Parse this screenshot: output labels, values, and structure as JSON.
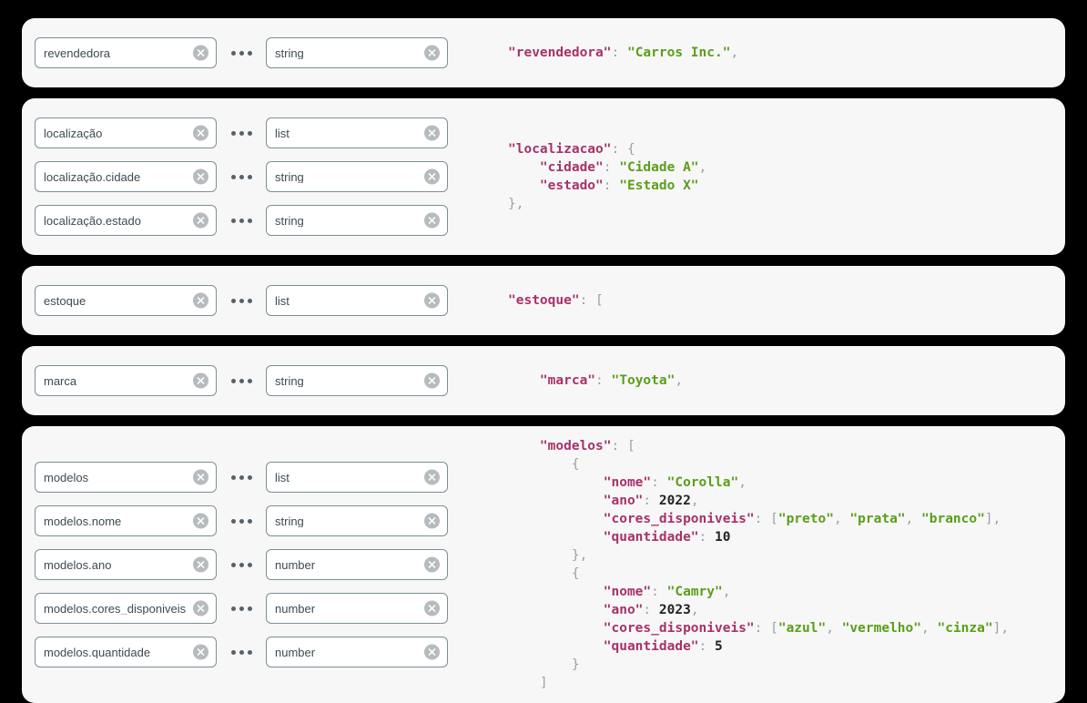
{
  "theme": {
    "page_background": "#000000",
    "panel_background": "#f7f7f7",
    "input_border": "#7b8f96",
    "input_text": "#3c4b52",
    "clear_icon_fill": "#b6bbbe",
    "dot_color": "#54626b",
    "json_key_color": "#a6326a",
    "json_string_color": "#5a9e19",
    "json_number_color": "#222222",
    "json_punct_color": "#9aa0a6"
  },
  "icons": {
    "clear": "clear-x-circle-icon",
    "menu": "three-dots-menu-icon"
  },
  "panels": [
    {
      "id": "revendedora",
      "rows": [
        {
          "path": "revendedora",
          "type": "string"
        }
      ],
      "json_lines": [
        [
          {
            "t": "k",
            "v": "\"revendedora\""
          },
          {
            "t": "p",
            "v": ": "
          },
          {
            "t": "s",
            "v": "\"Carros Inc.\""
          },
          {
            "t": "p",
            "v": ","
          }
        ]
      ]
    },
    {
      "id": "localizacao",
      "rows": [
        {
          "path": "localização",
          "type": "list"
        },
        {
          "path": "localização.cidade",
          "type": "string"
        },
        {
          "path": "localização.estado",
          "type": "string"
        }
      ],
      "json_lines": [
        [
          {
            "t": "k",
            "v": "\"localizacao\""
          },
          {
            "t": "p",
            "v": ": {"
          }
        ],
        [
          {
            "t": "p",
            "v": "    "
          },
          {
            "t": "k",
            "v": "\"cidade\""
          },
          {
            "t": "p",
            "v": ": "
          },
          {
            "t": "s",
            "v": "\"Cidade A\""
          },
          {
            "t": "p",
            "v": ","
          }
        ],
        [
          {
            "t": "p",
            "v": "    "
          },
          {
            "t": "k",
            "v": "\"estado\""
          },
          {
            "t": "p",
            "v": ": "
          },
          {
            "t": "s",
            "v": "\"Estado X\""
          }
        ],
        [
          {
            "t": "p",
            "v": "},"
          }
        ]
      ]
    },
    {
      "id": "estoque",
      "rows": [
        {
          "path": "estoque",
          "type": "list"
        }
      ],
      "json_lines": [
        [
          {
            "t": "k",
            "v": "\"estoque\""
          },
          {
            "t": "p",
            "v": ": ["
          }
        ]
      ]
    },
    {
      "id": "marca",
      "rows": [
        {
          "path": "marca",
          "type": "string"
        }
      ],
      "json_lines": [
        [
          {
            "t": "p",
            "v": "    "
          },
          {
            "t": "k",
            "v": "\"marca\""
          },
          {
            "t": "p",
            "v": ": "
          },
          {
            "t": "s",
            "v": "\"Toyota\""
          },
          {
            "t": "p",
            "v": ","
          }
        ]
      ]
    },
    {
      "id": "modelos",
      "rows": [
        {
          "path": "modelos",
          "type": "list"
        },
        {
          "path": "modelos.nome",
          "type": "string"
        },
        {
          "path": "modelos.ano",
          "type": "number"
        },
        {
          "path": "modelos.cores_disponiveis",
          "type": "number"
        },
        {
          "path": "modelos.quantidade",
          "type": "number"
        }
      ],
      "json_lines": [
        [
          {
            "t": "p",
            "v": "    "
          },
          {
            "t": "k",
            "v": "\"modelos\""
          },
          {
            "t": "p",
            "v": ": ["
          }
        ],
        [
          {
            "t": "p",
            "v": "        {"
          }
        ],
        [
          {
            "t": "p",
            "v": "            "
          },
          {
            "t": "k",
            "v": "\"nome\""
          },
          {
            "t": "p",
            "v": ": "
          },
          {
            "t": "s",
            "v": "\"Corolla\""
          },
          {
            "t": "p",
            "v": ","
          }
        ],
        [
          {
            "t": "p",
            "v": "            "
          },
          {
            "t": "k",
            "v": "\"ano\""
          },
          {
            "t": "p",
            "v": ": "
          },
          {
            "t": "n",
            "v": "2022"
          },
          {
            "t": "p",
            "v": ","
          }
        ],
        [
          {
            "t": "p",
            "v": "            "
          },
          {
            "t": "k",
            "v": "\"cores_disponiveis\""
          },
          {
            "t": "p",
            "v": ": ["
          },
          {
            "t": "s",
            "v": "\"preto\""
          },
          {
            "t": "p",
            "v": ", "
          },
          {
            "t": "s",
            "v": "\"prata\""
          },
          {
            "t": "p",
            "v": ", "
          },
          {
            "t": "s",
            "v": "\"branco\""
          },
          {
            "t": "p",
            "v": "],"
          }
        ],
        [
          {
            "t": "p",
            "v": "            "
          },
          {
            "t": "k",
            "v": "\"quantidade\""
          },
          {
            "t": "p",
            "v": ": "
          },
          {
            "t": "n",
            "v": "10"
          }
        ],
        [
          {
            "t": "p",
            "v": "        },"
          }
        ],
        [
          {
            "t": "p",
            "v": "        {"
          }
        ],
        [
          {
            "t": "p",
            "v": "            "
          },
          {
            "t": "k",
            "v": "\"nome\""
          },
          {
            "t": "p",
            "v": ": "
          },
          {
            "t": "s",
            "v": "\"Camry\""
          },
          {
            "t": "p",
            "v": ","
          }
        ],
        [
          {
            "t": "p",
            "v": "            "
          },
          {
            "t": "k",
            "v": "\"ano\""
          },
          {
            "t": "p",
            "v": ": "
          },
          {
            "t": "n",
            "v": "2023"
          },
          {
            "t": "p",
            "v": ","
          }
        ],
        [
          {
            "t": "p",
            "v": "            "
          },
          {
            "t": "k",
            "v": "\"cores_disponiveis\""
          },
          {
            "t": "p",
            "v": ": ["
          },
          {
            "t": "s",
            "v": "\"azul\""
          },
          {
            "t": "p",
            "v": ", "
          },
          {
            "t": "s",
            "v": "\"vermelho\""
          },
          {
            "t": "p",
            "v": ", "
          },
          {
            "t": "s",
            "v": "\"cinza\""
          },
          {
            "t": "p",
            "v": "],"
          }
        ],
        [
          {
            "t": "p",
            "v": "            "
          },
          {
            "t": "k",
            "v": "\"quantidade\""
          },
          {
            "t": "p",
            "v": ": "
          },
          {
            "t": "n",
            "v": "5"
          }
        ],
        [
          {
            "t": "p",
            "v": "        }"
          }
        ],
        [
          {
            "t": "p",
            "v": "    ]"
          }
        ]
      ]
    }
  ]
}
